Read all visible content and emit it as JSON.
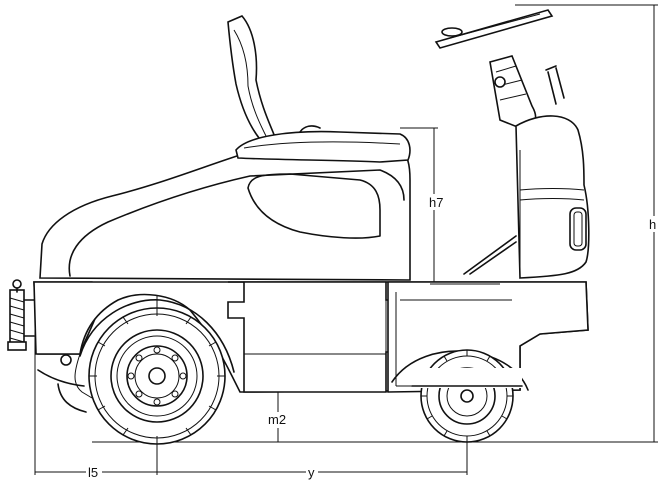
{
  "diagram": {
    "dimension_labels": {
      "h7": "h7",
      "h": "h",
      "m2": "m2",
      "l5": "l5",
      "y": "y"
    }
  }
}
